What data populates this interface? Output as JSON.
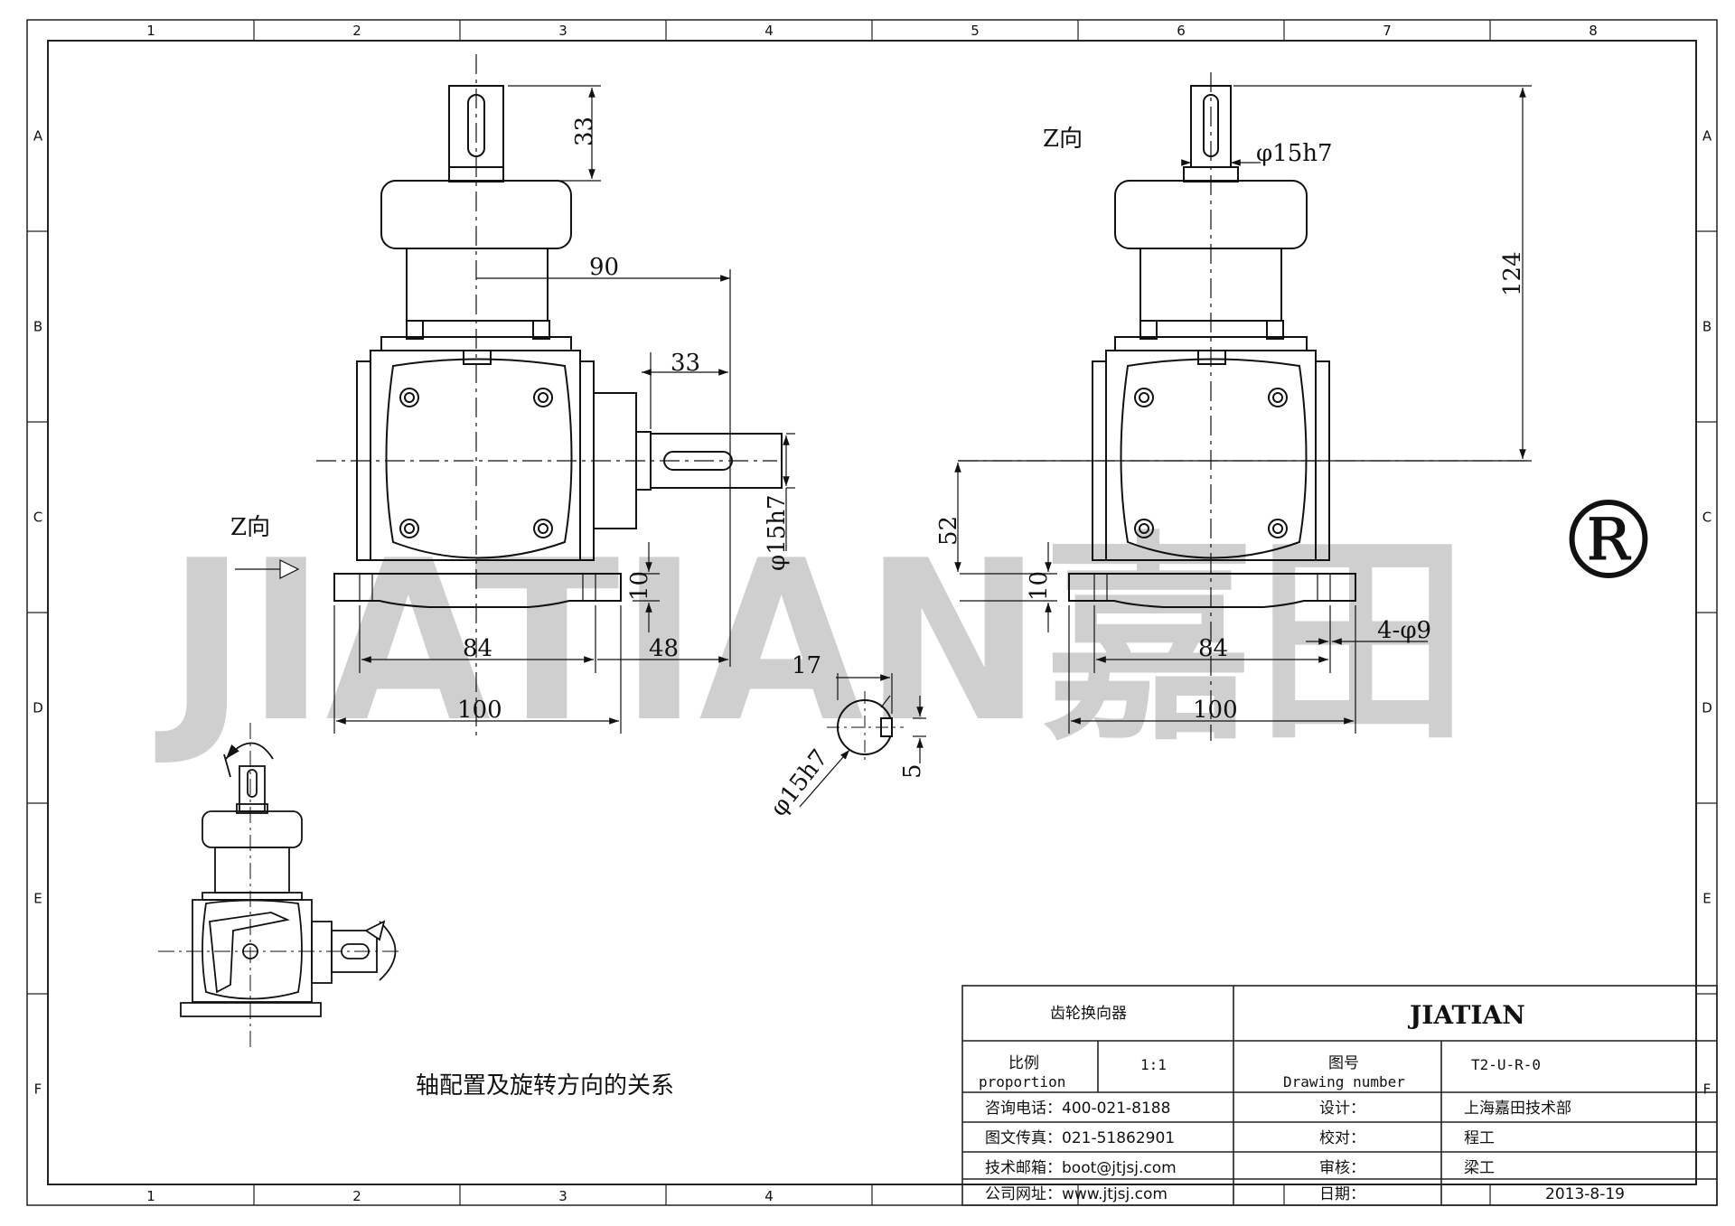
{
  "frame": {
    "columns": [
      "1",
      "2",
      "3",
      "4",
      "5",
      "6",
      "7",
      "8"
    ],
    "rows": [
      "A",
      "B",
      "C",
      "D",
      "E",
      "F"
    ]
  },
  "watermark": {
    "text": "JIATIAN嘉田",
    "registered": "®"
  },
  "views": {
    "front_z_label": "Z向",
    "side_z_label": "Z向",
    "caption": "轴配置及旋转方向的关系"
  },
  "dimensions": {
    "front": {
      "shaft_len_top": "33",
      "center_to_shaft_end": "90",
      "side_shaft_len": "33",
      "side_shaft_dia": "φ15h7",
      "base_thickness": "10",
      "hole_spacing": "84",
      "base_width": "100",
      "center_to_side": "48"
    },
    "key_section": {
      "width": "17",
      "key": "5",
      "dia": "φ15h7"
    },
    "side": {
      "shaft_dia": "φ15h7",
      "height": "124",
      "center_height": "52",
      "base_thickness": "10",
      "holes": "4-φ9",
      "hole_spacing": "84",
      "base_width": "100"
    }
  },
  "title_block": {
    "product_name": "齿轮换向器",
    "brand": "JIATIAN",
    "scale_label_cn": "比例",
    "scale_label_en": "proportion",
    "scale_value": "1:1",
    "drawing_no_label_cn": "图号",
    "drawing_no_label_en": "Drawing number",
    "drawing_no_value": "T2-U-R-0",
    "phone": "咨询电话：400-021-8188",
    "fax": "图文传真：021-51862901",
    "email": "技术邮箱：boot@jtjsj.com",
    "website": "公司网址：www.jtjsj.com",
    "design_label": "设计：",
    "design_value": "上海嘉田技术部",
    "check_label": "校对：",
    "check_value": "程工",
    "review_label": "审核：",
    "review_value": "梁工",
    "date_label": "日期：",
    "date_value": "2013-8-19"
  }
}
